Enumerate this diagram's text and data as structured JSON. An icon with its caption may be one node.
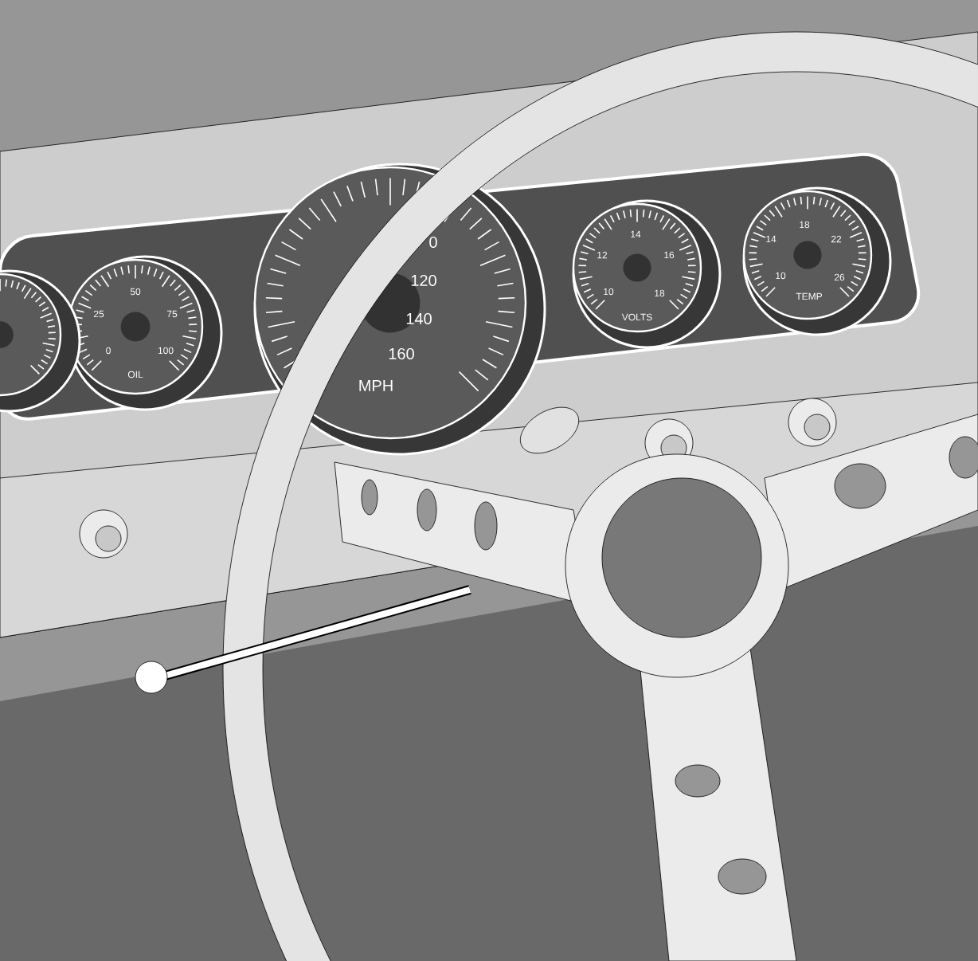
{
  "diagram": {
    "labels": [
      "50",
      "25",
      "75",
      "0",
      "100",
      "OIL",
      "0",
      "120",
      "140",
      "160",
      "MPH",
      "14",
      "12",
      "16",
      "10",
      "18",
      "VOLTS",
      "18",
      "14",
      "22",
      "10",
      "26",
      "TEMP"
    ]
  }
}
